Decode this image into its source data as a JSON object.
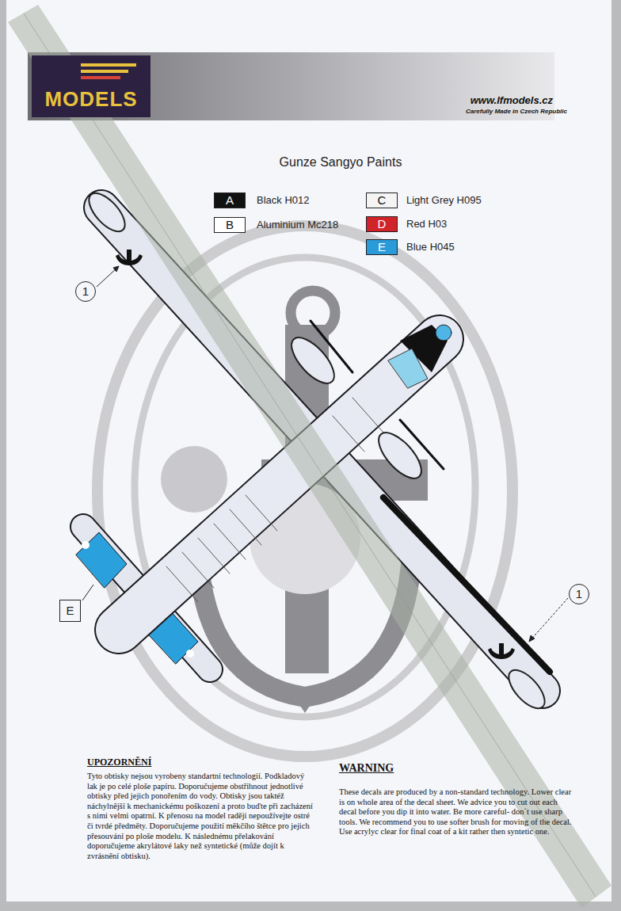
{
  "diagram": {
    "title": "Gunze Sangyo Paints",
    "nodes": [
      {
        "text": [
          "MODELS"
        ]
      },
      {
        "text": [
          "1"
        ]
      },
      {
        "text": [
          "E"
        ]
      },
      {
        "text": [
          "1"
        ]
      }
    ],
    "labels": [
      "www.lfmodels.cz",
      "Carefully Made in Czech Republic",
      "A",
      "B",
      "C",
      "D",
      "E",
      "UPOZORNĚNÍ",
      "Tyto obtisky nejsou vyrobeny standartní technologií. Podkladový lak je po celé ploše papíru. Doporučujeme obstřihnout jednotlivé obtisky před jejich ponořením do vody. Obtisky jsou taktéž náchylnější k mechanickému poškození a proto buďte při zacházení s nimi velmi opatrní. K přenosu na model raději nepoužívejte ostré či tvrdé předměty. Doporučujeme použití měkčího štětce pro jejich přesouvání po ploše modelu. K následnému přelakování doporučujeme akrylátové laky než syntetické (může dojít k zvrásnění obtisku).",
      "WARNING",
      "These decals are produced by a non-standard technology. Lower clear is on whole area of the decal sheet. We advice you to cut out each decal before you dip it into water. Be more careful- don´t use sharp tools. We recommend you to use softer brush for moving of the decal. Use acrylyc clear for final coat of a kit rather then syntetic one."
    ],
    "legend": [
      {
        "text": "Black H012",
        "color": "#111111"
      },
      {
        "text": "Aluminium Mc218",
        "color": "#ffffff"
      },
      {
        "text": "Light Grey H095",
        "color": "#f4f4f4"
      },
      {
        "text": "Red H03",
        "color": "#d0242a"
      },
      {
        "text": "Blue H045",
        "color": "#2a9ad8"
      }
    ]
  }
}
